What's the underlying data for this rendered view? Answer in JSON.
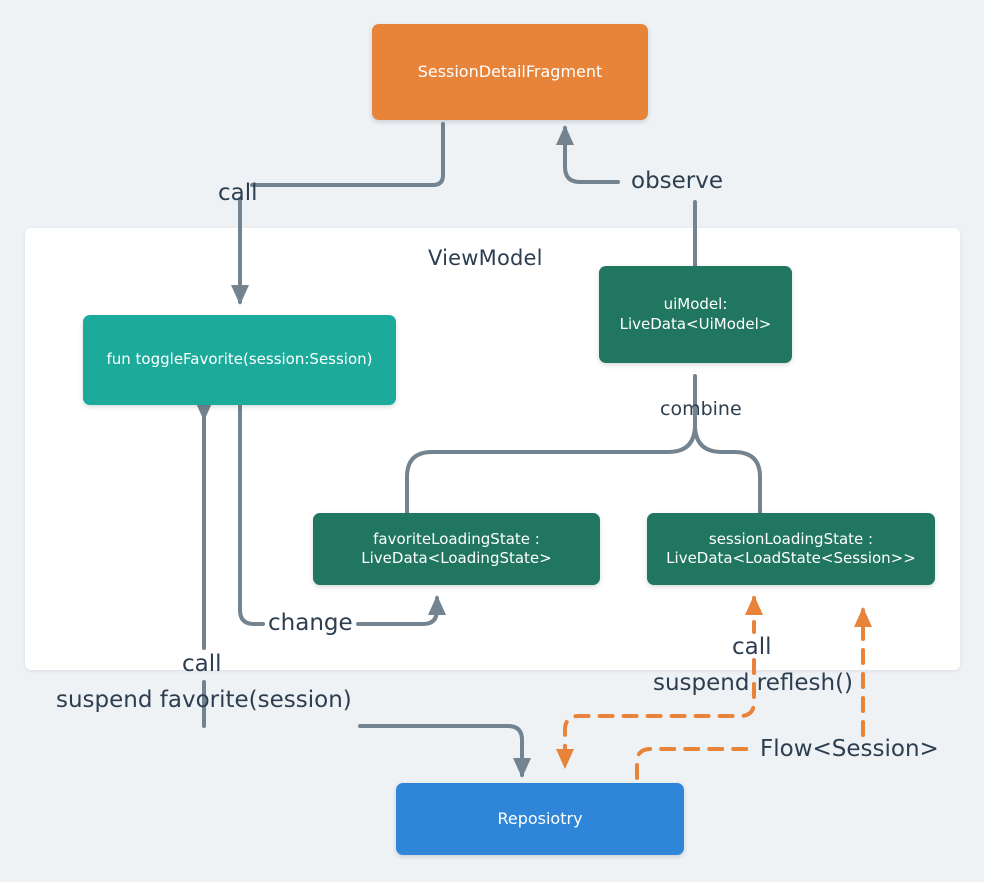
{
  "diagram": {
    "title": "Android ViewModel architecture flow",
    "background": "#eef2f5",
    "colors": {
      "fragment": "#e8833a",
      "method": "#1cab9b",
      "livedata": "#21765f",
      "repository": "#2f86d9",
      "wire": "#73838f",
      "flow": "#e8833a",
      "text": "#2c3e50",
      "panel": "#ffffff"
    },
    "panel": {
      "label": "ViewModel"
    },
    "nodes": [
      {
        "id": "fragment",
        "label": "SessionDetailFragment",
        "color": "#e8833a",
        "font_size": 16
      },
      {
        "id": "ui-model",
        "label": "uiModel:\nLiveData<UiModel>",
        "color": "#21765f",
        "font_size": 15
      },
      {
        "id": "toggle-favorite",
        "label": "fun toggleFavorite(session:Session)",
        "color": "#1cab9b",
        "font_size": 15
      },
      {
        "id": "favorite-loading-state",
        "label": "favoriteLoadingState :\nLiveData<LoadingState>",
        "color": "#21765f",
        "font_size": 15
      },
      {
        "id": "session-loading-state",
        "label": "sessionLoadingState :\nLiveData<LoadState<Session>>",
        "color": "#21765f",
        "font_size": 15
      },
      {
        "id": "repository",
        "label": "Reposiotry",
        "color": "#2f86d9",
        "font_size": 16
      }
    ],
    "edge_labels": [
      {
        "id": "call-toggle",
        "text": "call"
      },
      {
        "id": "observe",
        "text": "observe"
      },
      {
        "id": "combine",
        "text": "combine"
      },
      {
        "id": "change",
        "text": "change"
      },
      {
        "id": "call-favorite",
        "text": "call"
      },
      {
        "id": "suspend-favorite",
        "text": "suspend favorite(session)"
      },
      {
        "id": "call-refresh",
        "text": "call"
      },
      {
        "id": "suspend-refresh",
        "text": "suspend reflesh()"
      },
      {
        "id": "flow-session",
        "text": "Flow<Session>"
      }
    ]
  }
}
